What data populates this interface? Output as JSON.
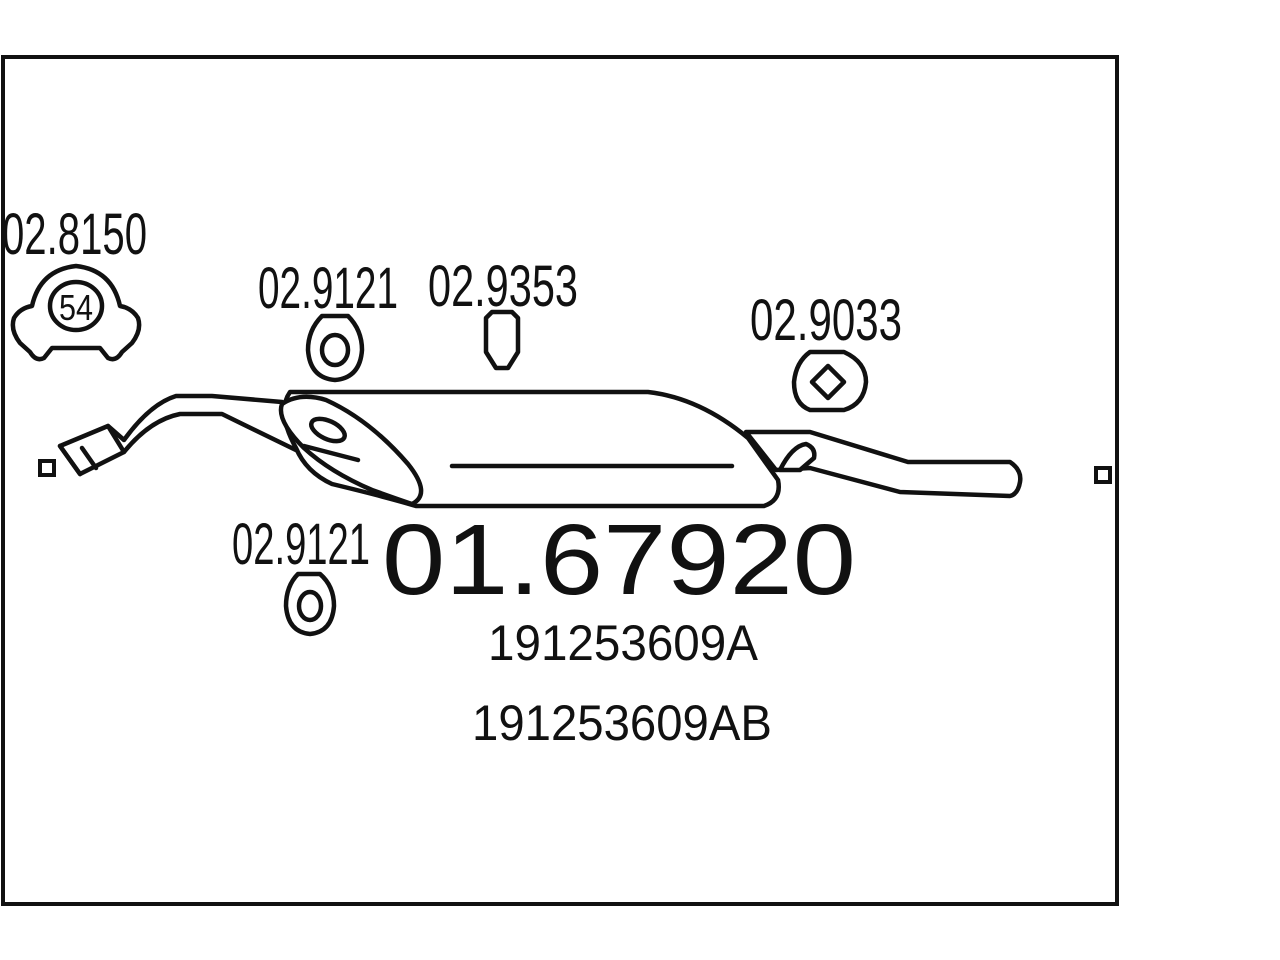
{
  "main_part": "01.67920",
  "oem_numbers": [
    "191253609A",
    "191253609AB"
  ],
  "parts": {
    "clamp": {
      "code": "02.8150",
      "size_label": "54"
    },
    "rubber_ring_upper": {
      "code": "02.9121"
    },
    "rubber_ring_lower": {
      "code": "02.9121"
    },
    "hanger_bolt": {
      "code": "02.9353"
    },
    "rubber_mount": {
      "code": "02.9033"
    }
  },
  "colors": {
    "line": "#111111",
    "background": "#ffffff"
  }
}
